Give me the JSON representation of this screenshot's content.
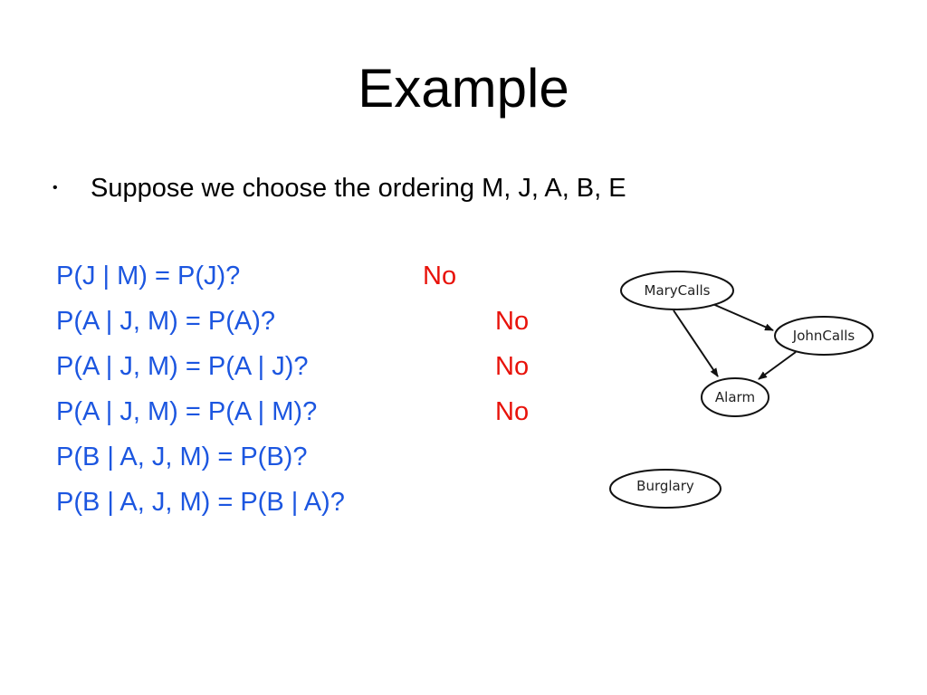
{
  "slide": {
    "title": "Example",
    "bullet": "Suppose we choose the ordering M, J, A, B, E"
  },
  "questions": [
    {
      "text": "P(J | M) = P(J)?",
      "answer": "No"
    },
    {
      "text": "P(A | J, M) = P(A)?",
      "answer": "No"
    },
    {
      "text": "P(A | J, M) = P(A | J)?",
      "answer": "No"
    },
    {
      "text": "P(A | J, M) = P(A | M)?",
      "answer": "No"
    },
    {
      "text": "P(B | A, J, M) = P(B)?",
      "answer": ""
    },
    {
      "text": "P(B | A, J, M) = P(B | A)?",
      "answer": ""
    }
  ],
  "diagram": {
    "nodes": {
      "marycalls": "MaryCalls",
      "johncalls": "JohnCalls",
      "alarm": "Alarm",
      "burglary": "Burglary"
    },
    "edges": [
      {
        "from": "MaryCalls",
        "to": "JohnCalls"
      },
      {
        "from": "MaryCalls",
        "to": "Alarm"
      },
      {
        "from": "JohnCalls",
        "to": "Alarm"
      }
    ]
  },
  "colors": {
    "question": "#1c56e0",
    "answer": "#e8120a",
    "text": "#000000"
  }
}
